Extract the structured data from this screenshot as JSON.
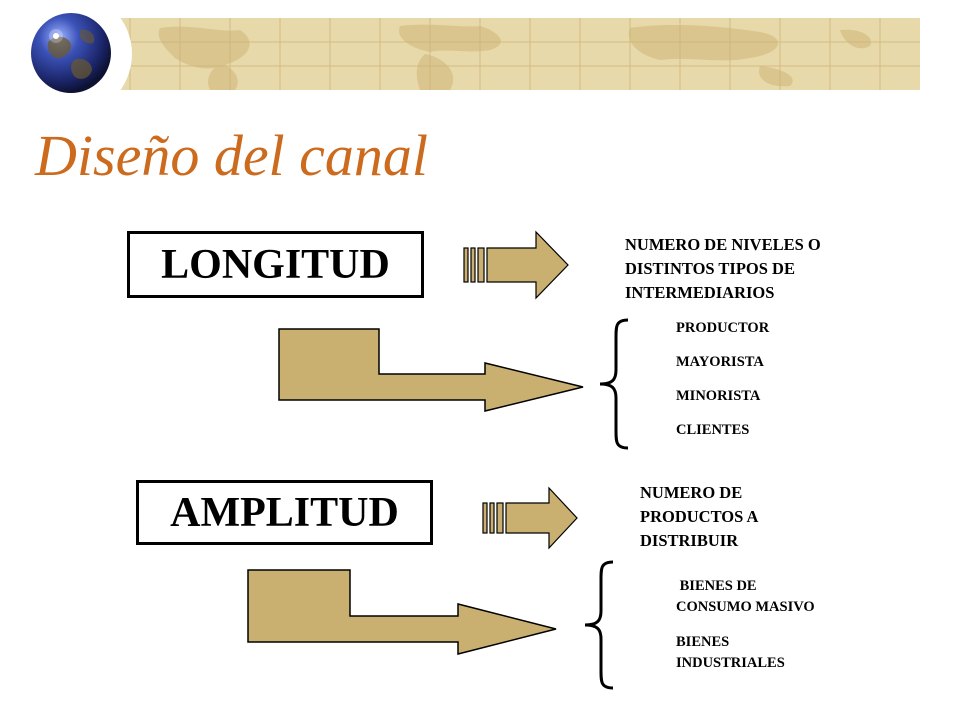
{
  "slide": {
    "title": "Diseño del canal"
  },
  "longitud": {
    "label": "LONGITUD",
    "description_lines": [
      "NUMERO DE NIVELES O",
      "DISTINTOS TIPOS DE",
      "INTERMEDIARIOS"
    ],
    "levels": [
      "PRODUCTOR",
      "MAYORISTA",
      "MINORISTA",
      "CLIENTES"
    ]
  },
  "amplitud": {
    "label": "AMPLITUD",
    "description_lines": [
      "NUMERO DE",
      "PRODUCTOS A",
      "DISTRIBUIR"
    ],
    "goods": [
      {
        "line1": " BIENES DE",
        "line2": "CONSUMO MASIVO"
      },
      {
        "line1": "BIENES",
        "line2": "INDUSTRIALES"
      }
    ]
  },
  "colors": {
    "title": "#cc6a1e",
    "arrow_fill": "#c9b070",
    "header_band": "#e6d7a8",
    "text": "#000000"
  },
  "icons": {
    "header": "world-map-band",
    "globe": "globe-icon"
  }
}
